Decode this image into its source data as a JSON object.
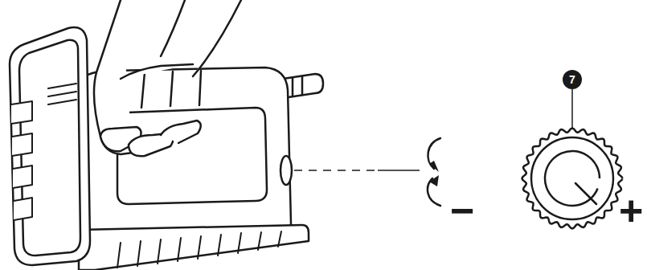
{
  "diagram": {
    "nodes": [
      {
        "text": [
          "7"
        ]
      }
    ],
    "labels": [
      "−",
      "+"
    ]
  }
}
